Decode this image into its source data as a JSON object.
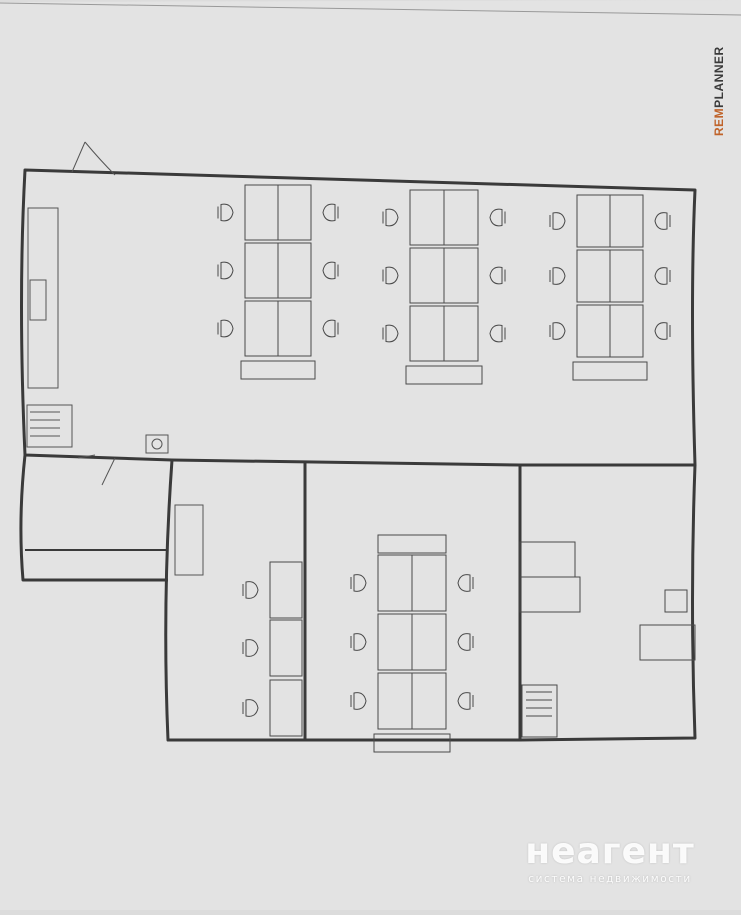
{
  "brand": {
    "prefix": "REM",
    "suffix": "PLANNER"
  },
  "watermark": {
    "logo": "неагент",
    "tagline": "система недвижимости"
  },
  "plan": {
    "rooms": [
      "open-office",
      "storage-closet",
      "office-left",
      "office-meeting",
      "office-right"
    ],
    "desk_clusters": 6
  }
}
